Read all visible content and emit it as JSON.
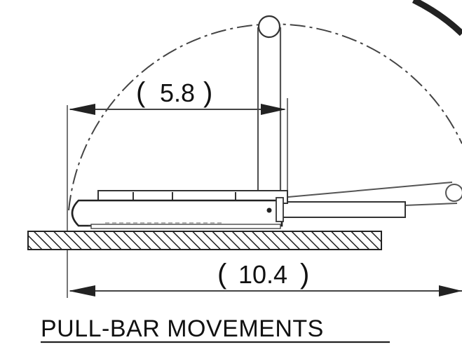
{
  "dimensions": {
    "upper": "5.8",
    "lower": "10.4"
  },
  "caption": "PULL-BAR MOVEMENTS"
}
